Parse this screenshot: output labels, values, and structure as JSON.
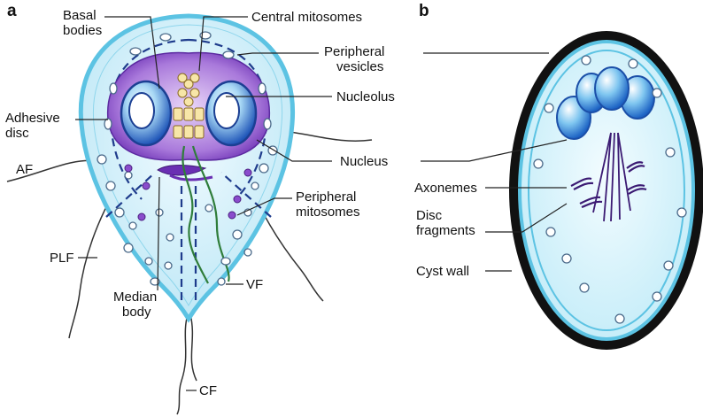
{
  "panels": {
    "a": "a",
    "b": "b"
  },
  "labels_a": {
    "basal_bodies_line1": "Basal",
    "basal_bodies_line2": "bodies",
    "central_mitosomes": "Central mitosomes",
    "peripheral_vesicles_line1": "Peripheral",
    "peripheral_vesicles_line2": "vesicles",
    "nucleolus": "Nucleolus",
    "adhesive_disc_line1": "Adhesive",
    "adhesive_disc_line2": "disc",
    "nucleus": "Nucleus",
    "af": "AF",
    "peripheral_mitosomes_line1": "Peripheral",
    "peripheral_mitosomes_line2": "mitosomes",
    "plf": "PLF",
    "median_body_line1": "Median",
    "median_body_line2": "body",
    "vf": "VF",
    "cf": "CF"
  },
  "labels_b": {
    "axonemes": "Axonemes",
    "disc_fragments_line1": "Disc",
    "disc_fragments_line2": "fragments",
    "cyst_wall": "Cyst wall"
  },
  "colors": {
    "cell_fill": "#dff4fb",
    "cell_border": "#5cc3e3",
    "disc_purple": "#7b3fbf",
    "nucleus_blue": "#2e6fcf",
    "dashed_line": "#1e3b8c",
    "flagellum_green": "#2f7d3a",
    "cyst_wall": "#111111"
  }
}
